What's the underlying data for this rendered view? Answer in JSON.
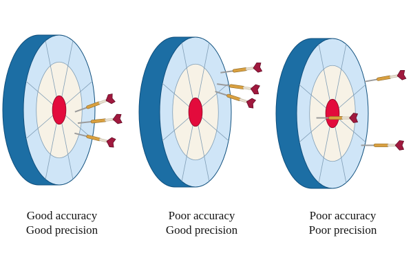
{
  "panels": [
    {
      "accuracy": "Good accuracy",
      "precision": "Good precision",
      "darts": [
        {
          "hit": [
            0.44,
            0.05
          ],
          "angle": 20,
          "len": 60
        },
        {
          "hit": [
            0.52,
            0.35
          ],
          "angle": 6,
          "len": 64
        },
        {
          "hit": [
            0.43,
            0.62
          ],
          "angle": -14,
          "len": 60
        }
      ]
    },
    {
      "accuracy": "Poor accuracy",
      "precision": "Good precision",
      "darts": [
        {
          "hit": [
            0.7,
            -1.05
          ],
          "angle": 8,
          "len": 60
        },
        {
          "hit": [
            0.6,
            -0.75
          ],
          "angle": -8,
          "len": 62
        },
        {
          "hit": [
            0.55,
            -0.55
          ],
          "angle": -18,
          "len": 60
        }
      ]
    },
    {
      "accuracy": "Poor accuracy",
      "precision": "Poor precision",
      "darts": [
        {
          "hit": [
            -0.45,
            0.12
          ],
          "angle": 0,
          "len": 60
        },
        {
          "hit": [
            0.9,
            -0.85
          ],
          "angle": 10,
          "len": 60
        },
        {
          "hit": [
            0.8,
            0.85
          ],
          "angle": 0,
          "len": 62
        }
      ]
    }
  ],
  "colors": {
    "rim": "#1c6ea4",
    "rim_dark": "#0f4f7d",
    "outer_ring": "#cfe5f7",
    "inner_ring": "#f7f2e6",
    "bullseye": "#e30b3c",
    "divider": "#7f9db5",
    "dart_shaft": "#e8e0d0",
    "dart_barrel": "#d9a040",
    "dart_flight": "#a0193e"
  }
}
